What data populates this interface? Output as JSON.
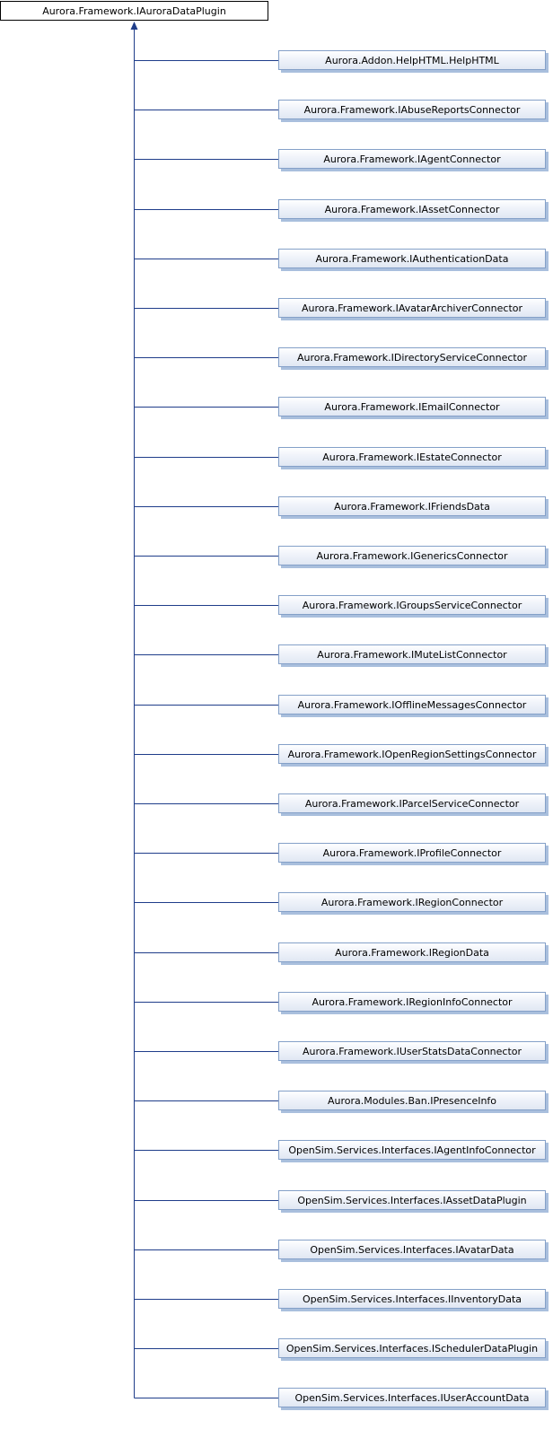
{
  "root": {
    "label": "Aurora.Framework.IAuroraDataPlugin"
  },
  "children": [
    "Aurora.Addon.HelpHTML.HelpHTML",
    "Aurora.Framework.IAbuseReportsConnector",
    "Aurora.Framework.IAgentConnector",
    "Aurora.Framework.IAssetConnector",
    "Aurora.Framework.IAuthenticationData",
    "Aurora.Framework.IAvatarArchiverConnector",
    "Aurora.Framework.IDirectoryServiceConnector",
    "Aurora.Framework.IEmailConnector",
    "Aurora.Framework.IEstateConnector",
    "Aurora.Framework.IFriendsData",
    "Aurora.Framework.IGenericsConnector",
    "Aurora.Framework.IGroupsServiceConnector",
    "Aurora.Framework.IMuteListConnector",
    "Aurora.Framework.IOfflineMessagesConnector",
    "Aurora.Framework.IOpenRegionSettingsConnector",
    "Aurora.Framework.IParcelServiceConnector",
    "Aurora.Framework.IProfileConnector",
    "Aurora.Framework.IRegionConnector",
    "Aurora.Framework.IRegionData",
    "Aurora.Framework.IRegionInfoConnector",
    "Aurora.Framework.IUserStatsDataConnector",
    "Aurora.Modules.Ban.IPresenceInfo",
    "OpenSim.Services.Interfaces.IAgentInfoConnector",
    "OpenSim.Services.Interfaces.IAssetDataPlugin",
    "OpenSim.Services.Interfaces.IAvatarData",
    "OpenSim.Services.Interfaces.IInventoryData",
    "OpenSim.Services.Interfaces.ISchedulerDataPlugin",
    "OpenSim.Services.Interfaces.IUserAccountData"
  ],
  "colors": {
    "edge": "#1f3d8a",
    "child_border": "#84a0c8",
    "root_border": "#000000"
  }
}
